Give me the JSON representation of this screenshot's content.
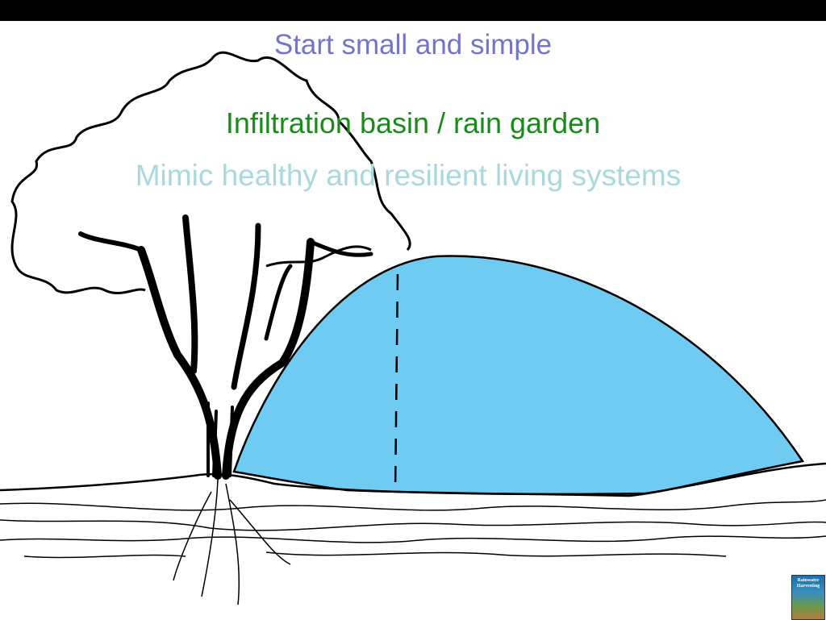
{
  "slide": {
    "line1": "Start small and simple",
    "line2": "Infiltration basin / rain garden",
    "line3": "Mimic healthy and resilient living systems"
  },
  "logo": {
    "title": "Rainwater Harvesting"
  },
  "colors": {
    "line1": "#7474c8",
    "line2": "#1a8a1a",
    "line3": "#a9d9dd",
    "basin": "#6fcbf1"
  }
}
